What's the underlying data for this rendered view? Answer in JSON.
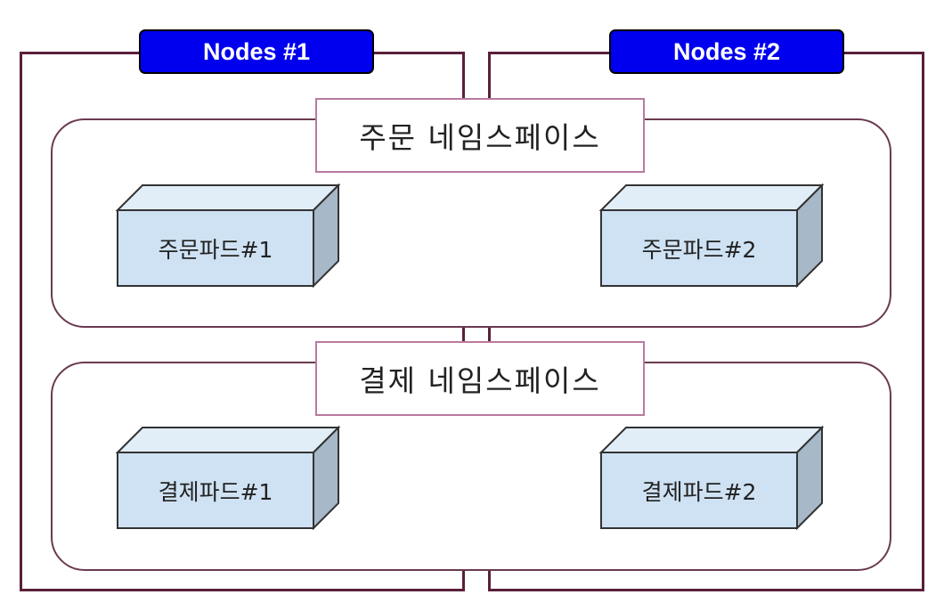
{
  "nodes": [
    {
      "label": "Nodes #1"
    },
    {
      "label": "Nodes #2"
    }
  ],
  "namespaces": [
    {
      "label": "주문 네임스페이스",
      "pods": [
        {
          "label": "주문파드#1"
        },
        {
          "label": "주문파드#2"
        }
      ]
    },
    {
      "label": "결제 네임스페이스",
      "pods": [
        {
          "label": "결제파드#1"
        },
        {
          "label": "결제파드#2"
        }
      ]
    }
  ],
  "colors": {
    "node_border": "#5a1f3a",
    "node_label_fill": "#0000ee",
    "namespace_border": "#6a3a50",
    "namespace_label_border": "#b97aa0",
    "pod_front": "#cfe2f3",
    "pod_top": "#e1edf7",
    "pod_side": "#a7b8c8"
  }
}
